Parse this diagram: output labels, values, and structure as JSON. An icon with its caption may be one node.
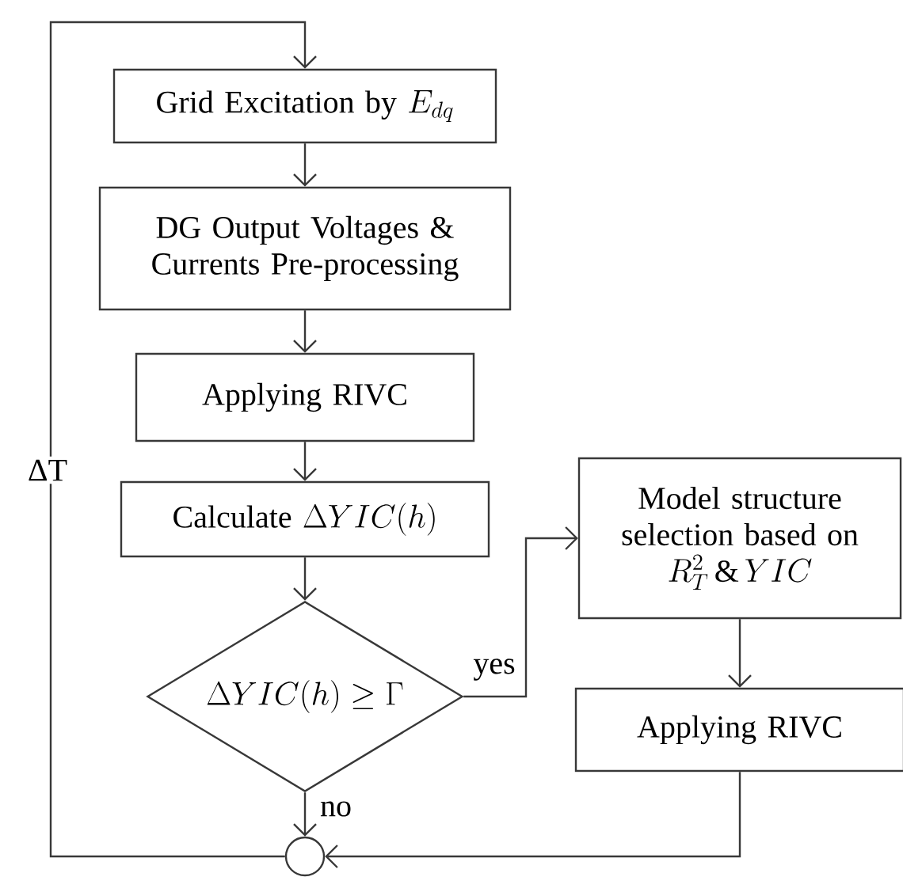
{
  "diagram": {
    "nodes": [
      {
        "text": [
          "Grid Excitation by",
          "E_{dq}"
        ]
      },
      {
        "text": [
          "DG Output Voltages & Currents Pre-processing"
        ]
      },
      {
        "text": [
          "Applying RIVC"
        ]
      },
      {
        "text": [
          "Calculate",
          "\\Delta YIC(h)"
        ]
      },
      {
        "text": [
          "\\Delta YIC(h) \\geq \\Gamma"
        ]
      },
      {
        "text": [
          "Model structure selection based on",
          "R_T^2 \\,\\&\\, YIC"
        ]
      },
      {
        "text": [
          "Applying RIVC"
        ]
      },
      {
        "text": [],
        "shape": "circle"
      }
    ],
    "edges": [
      {
        "from": 0,
        "to": 1,
        "arrow": "to"
      },
      {
        "from": 1,
        "to": 2,
        "arrow": "to"
      },
      {
        "from": 2,
        "to": 3,
        "arrow": "to"
      },
      {
        "from": 3,
        "to": 4,
        "arrow": "to"
      },
      {
        "from": 4,
        "to": 5,
        "arrow": "to",
        "label": "yes"
      },
      {
        "from": 4,
        "to": 7,
        "arrow": "to",
        "label": "no"
      },
      {
        "from": 5,
        "to": 6,
        "arrow": "to"
      },
      {
        "from": 6,
        "to": 7,
        "arrow": "to"
      },
      {
        "from": 7,
        "to": 0,
        "arrow": "to",
        "label": "ΔT"
      }
    ]
  }
}
